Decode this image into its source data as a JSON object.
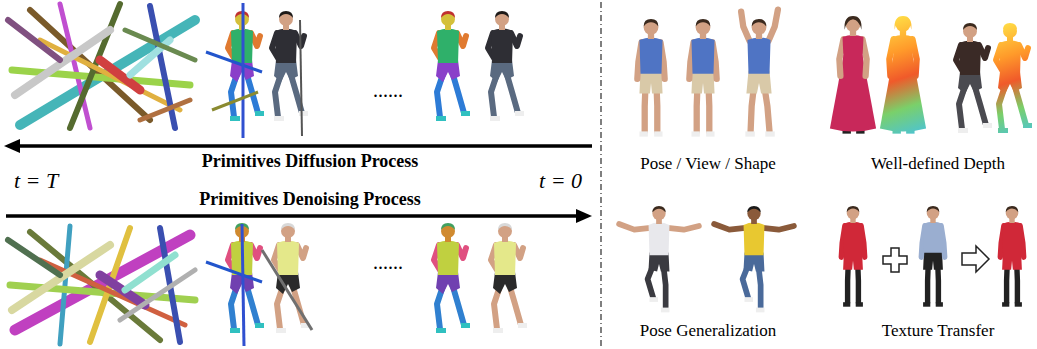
{
  "diagram": {
    "labels": [
      "......",
      "Primitives Diffusion Process",
      "t = T",
      "t = 0",
      "Primitives Denoising Process",
      "......",
      "Pose / View / Shape",
      "Well-defined Depth",
      "Pose Generalization",
      "Texture Transfer"
    ]
  }
}
